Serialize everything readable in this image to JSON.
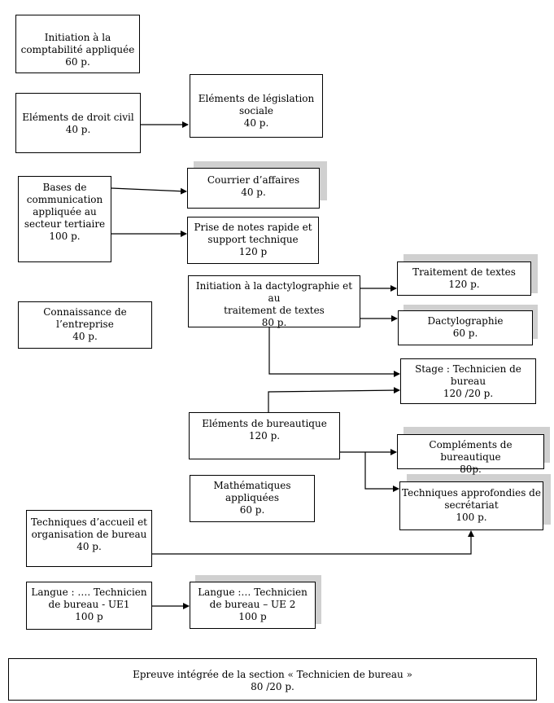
{
  "boxes": {
    "initiation_comptabilite": {
      "lines": [
        "Initiation à la",
        "comptabilité appliquée",
        "60 p."
      ]
    },
    "droit_civil": {
      "lines": [
        "Eléments de droit civil",
        "40 p."
      ]
    },
    "legislation_sociale": {
      "lines": [
        "Eléments de législation",
        "sociale",
        "40 p."
      ]
    },
    "bases_communication": {
      "lines": [
        "Bases de",
        "communication",
        "appliquée au",
        "secteur tertiaire",
        "100 p."
      ]
    },
    "courrier_affaires": {
      "lines": [
        "Courrier d’affaires",
        "40 p."
      ]
    },
    "prise_notes": {
      "lines": [
        "Prise de notes rapide et",
        "support technique",
        "120 p"
      ]
    },
    "traitement_textes": {
      "lines": [
        "Traitement de textes",
        "120 p."
      ]
    },
    "initiation_dactylo": {
      "lines": [
        "Initiation à la dactylographie et au",
        "traitement de textes",
        "80 p."
      ]
    },
    "connaissance_entreprise": {
      "lines": [
        "Connaissance de",
        "l’entreprise",
        "40 p."
      ]
    },
    "dactylographie": {
      "lines": [
        "Dactylographie",
        "60 p."
      ]
    },
    "stage": {
      "lines": [
        "Stage : Technicien de",
        "bureau",
        "120 /20 p."
      ]
    },
    "elements_bureautique": {
      "lines": [
        "Eléments de bureautique",
        "120 p."
      ]
    },
    "complements_bureautique": {
      "lines": [
        "Compléments de bureautique",
        "80p."
      ]
    },
    "mathematiques": {
      "lines": [
        "Mathématiques appliquées",
        "60 p."
      ]
    },
    "techniques_approfondies": {
      "lines": [
        "Techniques approfondies de",
        "secrétariat",
        "100 p."
      ]
    },
    "techniques_accueil": {
      "lines": [
        "Techniques d’accueil et",
        "organisation de bureau",
        "40 p."
      ]
    },
    "langue_ue1": {
      "lines": [
        "Langue : …. Technicien",
        "de bureau - UE1",
        "100 p"
      ]
    },
    "langue_ue2": {
      "lines": [
        "Langue :… Technicien",
        "de bureau – UE 2",
        "100 p"
      ]
    },
    "epreuve_integree": {
      "lines": [
        "Epreuve intégrée de la section « Technicien de bureau »",
        "80 /20 p."
      ]
    }
  }
}
